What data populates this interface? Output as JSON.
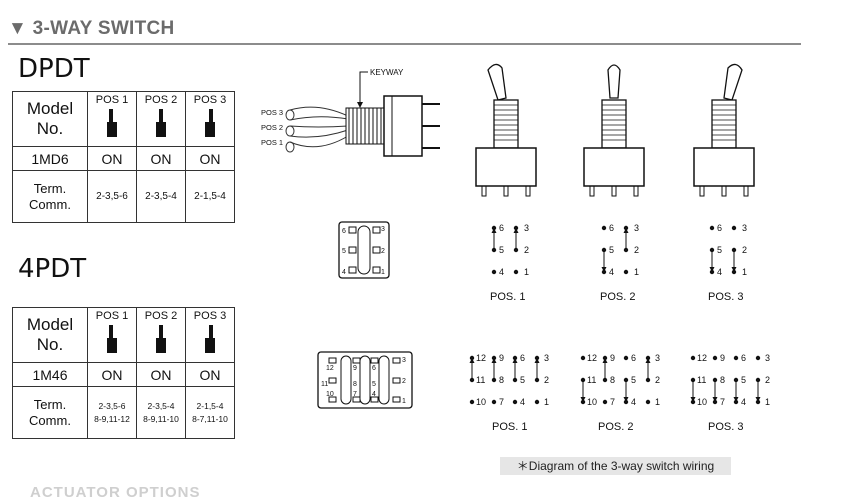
{
  "header": {
    "title": "▼ 3-WAY SWITCH"
  },
  "dpdt": {
    "title": "DPDT",
    "table": {
      "model_label": [
        "Model",
        "No."
      ],
      "pos_labels": [
        "POS 1",
        "POS 2",
        "POS 3"
      ],
      "model": "1MD6",
      "states": [
        "ON",
        "ON",
        "ON"
      ],
      "term_label": [
        "Term.",
        "Comm."
      ],
      "terms": [
        "2-3,5-6",
        "2-3,5-4",
        "2-1,5-4"
      ]
    }
  },
  "fourpdt": {
    "title": "4PDT",
    "table": {
      "model_label": [
        "Model",
        "No."
      ],
      "pos_labels": [
        "POS 1",
        "POS 2",
        "POS 3"
      ],
      "model": "1M46",
      "states": [
        "ON",
        "ON",
        "ON"
      ],
      "term_label": [
        "Term.",
        "Comm."
      ],
      "terms": [
        [
          "2-3,5-6",
          "8-9,11-12"
        ],
        [
          "2-3,5-4",
          "8-9,11-10"
        ],
        [
          "2-1,5-4",
          "8-7,11-10"
        ]
      ]
    }
  },
  "side_view": {
    "keyway": "KEYWAY",
    "pos_labels": [
      "POS 3",
      "POS 2",
      "POS 1"
    ]
  },
  "dpdt_pins": [
    "6",
    "3",
    "5",
    "2",
    "4",
    "1"
  ],
  "fourpdt_pins": [
    "12",
    "9",
    "6",
    "3",
    "11",
    "8",
    "5",
    "2",
    "10",
    "7",
    "4",
    "1"
  ],
  "dpdt_wiring_labels": [
    "POS. 1",
    "POS. 2",
    "POS. 3"
  ],
  "fourpdt_wiring_labels": [
    "POS. 1",
    "POS. 2",
    "POS. 3"
  ],
  "note": "＊Diagram of the 3-way switch wiring",
  "next_section": "ACTUATOR OPTIONS"
}
